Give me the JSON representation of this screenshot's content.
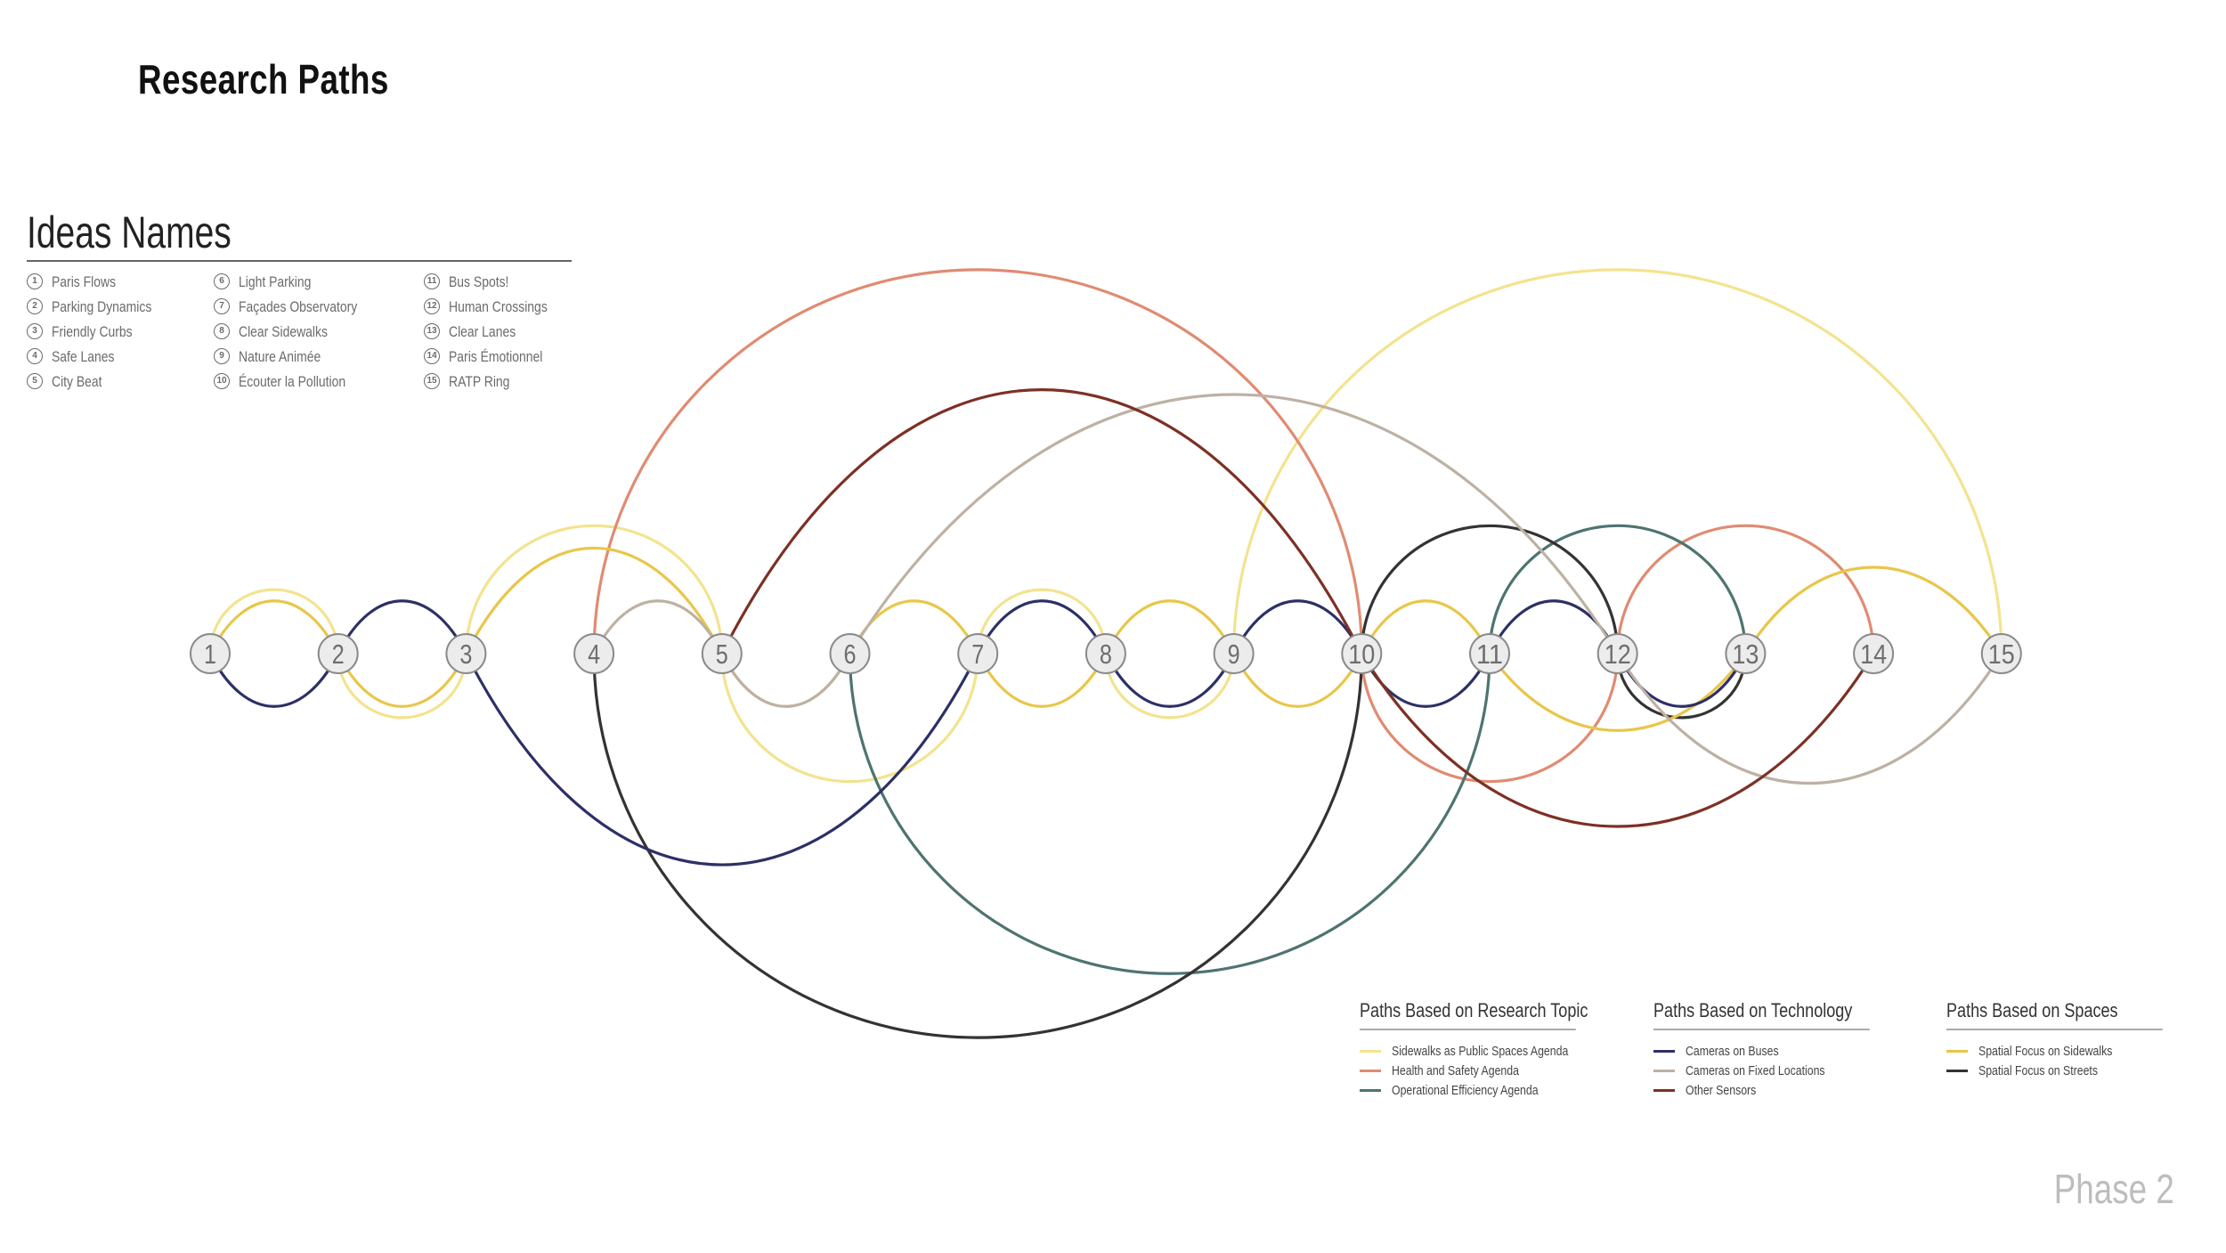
{
  "page": {
    "title": "Research Paths",
    "phase": "Phase 2"
  },
  "ideas": {
    "heading": "Ideas Names",
    "columns": [
      [
        {
          "number": "1",
          "name": "Paris Flows"
        },
        {
          "number": "2",
          "name": "Parking Dynamics"
        },
        {
          "number": "3",
          "name": "Friendly Curbs"
        },
        {
          "number": "4",
          "name": "Safe Lanes"
        },
        {
          "number": "5",
          "name": "City Beat"
        }
      ],
      [
        {
          "number": "6",
          "name": "Light Parking"
        },
        {
          "number": "7",
          "name": "Façades Observatory"
        },
        {
          "number": "8",
          "name": "Clear Sidewalks"
        },
        {
          "number": "9",
          "name": "Nature Animée"
        },
        {
          "number": "10",
          "name": "Écouter la Pollution"
        }
      ],
      [
        {
          "number": "11",
          "name": "Bus Spots!"
        },
        {
          "number": "12",
          "name": "Human Crossings"
        },
        {
          "number": "13",
          "name": "Clear Lanes"
        },
        {
          "number": "14",
          "name": "Paris Émotionnel"
        },
        {
          "number": "15",
          "name": "RATP Ring"
        }
      ]
    ]
  },
  "diagram": {
    "nodes": [
      "1",
      "2",
      "3",
      "4",
      "5",
      "6",
      "7",
      "8",
      "9",
      "10",
      "11",
      "12",
      "13",
      "14",
      "15"
    ],
    "node_style": {
      "fill": "#ececec",
      "stroke": "#8a8a8a",
      "text_color": "#6e6e6e"
    },
    "arcs": [
      {
        "path": "sidewalks-public-spaces",
        "color": "#f3e38f",
        "from": 1,
        "to": 2,
        "side": "above"
      },
      {
        "path": "sidewalks-public-spaces",
        "color": "#f3e38f",
        "from": 2,
        "to": 3,
        "side": "below"
      },
      {
        "path": "sidewalks-public-spaces",
        "color": "#f3e38f",
        "from": 3,
        "to": 5,
        "side": "above"
      },
      {
        "path": "sidewalks-public-spaces",
        "color": "#f3e38f",
        "from": 5,
        "to": 7,
        "side": "below"
      },
      {
        "path": "sidewalks-public-spaces",
        "color": "#f3e38f",
        "from": 7,
        "to": 8,
        "side": "above"
      },
      {
        "path": "sidewalks-public-spaces",
        "color": "#f3e38f",
        "from": 8,
        "to": 9,
        "side": "below"
      },
      {
        "path": "sidewalks-public-spaces",
        "color": "#f3e38f",
        "from": 9,
        "to": 15,
        "side": "above"
      },
      {
        "path": "health-safety",
        "color": "#e08b72",
        "from": 4,
        "to": 10,
        "side": "above"
      },
      {
        "path": "health-safety",
        "color": "#e08b72",
        "from": 10,
        "to": 12,
        "side": "below"
      },
      {
        "path": "health-safety",
        "color": "#e08b72",
        "from": 12,
        "to": 14,
        "side": "above"
      },
      {
        "path": "operational-efficiency",
        "color": "#4e7470",
        "from": 6,
        "to": 11,
        "side": "below"
      },
      {
        "path": "operational-efficiency",
        "color": "#4e7470",
        "from": 11,
        "to": 13,
        "side": "above"
      },
      {
        "path": "spatial-streets",
        "color": "#333333",
        "from": 4,
        "to": 10,
        "side": "below"
      },
      {
        "path": "spatial-streets",
        "color": "#333333",
        "from": 10,
        "to": 12,
        "side": "above"
      },
      {
        "path": "spatial-streets",
        "color": "#333333",
        "from": 12,
        "to": 13,
        "side": "below"
      }
    ],
    "waves": [
      {
        "path": "spatial-sidewalks",
        "color": "#e9c649",
        "nodes": [
          1,
          2,
          3,
          5,
          6,
          7,
          8,
          9,
          10,
          11,
          13,
          15
        ],
        "start": "above",
        "amp": [
          0.55,
          0.55,
          0.55,
          0.55,
          0.55,
          0.55,
          0.55,
          0.55,
          0.55,
          0.4,
          0.45
        ]
      },
      {
        "path": "cameras-buses",
        "color": "#2c3066",
        "nodes": [
          1,
          2,
          3,
          7,
          8,
          9,
          10,
          11,
          12,
          13
        ],
        "start": "below",
        "amp": [
          0.55,
          0.55,
          0.55,
          0.55,
          0.55,
          0.55,
          0.55,
          0.55,
          0.55
        ]
      },
      {
        "path": "cameras-fixed",
        "color": "#bdb1a4",
        "nodes": [
          4,
          5,
          6,
          12,
          15
        ],
        "start": "above",
        "amp": [
          0.55,
          0.55,
          0.45,
          0.45
        ]
      },
      {
        "path": "other-sensors",
        "color": "#7d3024",
        "nodes": [
          5,
          10,
          14
        ],
        "start": "above",
        "amp": [
          0.55,
          0.45
        ]
      }
    ]
  },
  "legend": [
    {
      "title": "Paths Based on Research Topic",
      "items": [
        {
          "label": "Sidewalks as Public Spaces Agenda",
          "color": "#f3e38f"
        },
        {
          "label": "Health and Safety Agenda",
          "color": "#e08b72"
        },
        {
          "label": "Operational Efficiency Agenda",
          "color": "#4e7470"
        }
      ]
    },
    {
      "title": "Paths Based on Technology",
      "items": [
        {
          "label": "Cameras on Buses",
          "color": "#2c3066"
        },
        {
          "label": "Cameras on Fixed Locations",
          "color": "#bdb1a4"
        },
        {
          "label": "Other Sensors",
          "color": "#7d3024"
        }
      ]
    },
    {
      "title": "Paths Based on Spaces",
      "items": [
        {
          "label": "Spatial Focus on Sidewalks",
          "color": "#e9c649"
        },
        {
          "label": "Spatial Focus on Streets",
          "color": "#333333"
        }
      ]
    }
  ]
}
